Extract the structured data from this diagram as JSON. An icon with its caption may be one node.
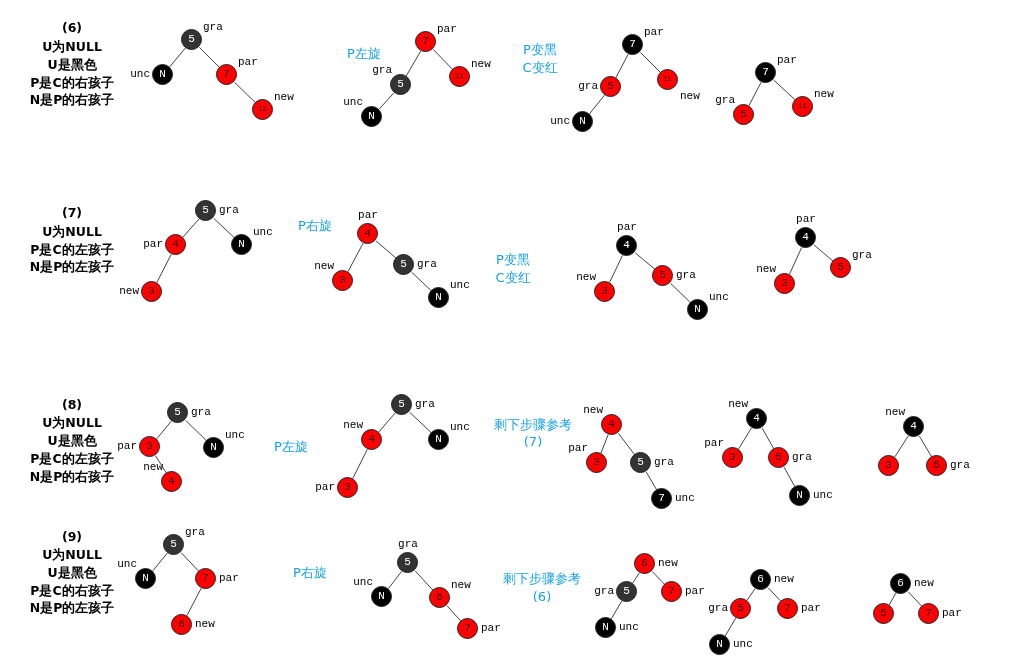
{
  "diagram": {
    "nodes": [
      {
        "text": [
          "5"
        ],
        "beside": [
          "gra"
        ]
      },
      {
        "text": [
          "N"
        ],
        "beside": [
          "unc"
        ]
      },
      {
        "text": [
          "7"
        ],
        "beside": [
          "par"
        ]
      },
      {
        "text": [
          "11"
        ],
        "beside": [
          "new"
        ]
      },
      {
        "text": [
          "7"
        ],
        "beside": [
          "par"
        ]
      },
      {
        "text": [
          "5"
        ],
        "beside": [
          "gra"
        ]
      },
      {
        "text": [
          "11"
        ],
        "beside": [
          "new"
        ]
      },
      {
        "text": [
          "N"
        ],
        "beside": [
          "unc"
        ]
      },
      {
        "text": [
          "7"
        ],
        "beside": [
          "par"
        ]
      },
      {
        "text": [
          "5"
        ],
        "beside": [
          "gra"
        ]
      },
      {
        "text": [
          "11"
        ],
        "beside": [
          "new"
        ]
      },
      {
        "text": [
          "N"
        ],
        "beside": [
          "unc"
        ]
      },
      {
        "text": [
          "7"
        ],
        "beside": [
          "par"
        ]
      },
      {
        "text": [
          "5"
        ],
        "beside": [
          "gra"
        ]
      },
      {
        "text": [
          "11"
        ],
        "beside": [
          "new"
        ]
      },
      {
        "text": [
          "5"
        ],
        "beside": [
          "gra"
        ]
      },
      {
        "text": [
          "4"
        ],
        "beside": [
          "par"
        ]
      },
      {
        "text": [
          "N"
        ],
        "beside": [
          "unc"
        ]
      },
      {
        "text": [
          "3"
        ],
        "beside": [
          "new"
        ]
      },
      {
        "text": [
          "4"
        ],
        "beside": [
          "par"
        ]
      },
      {
        "text": [
          "3"
        ],
        "beside": [
          "new"
        ]
      },
      {
        "text": [
          "5"
        ],
        "beside": [
          "gra"
        ]
      },
      {
        "text": [
          "N"
        ],
        "beside": [
          "unc"
        ]
      },
      {
        "text": [
          "4"
        ],
        "beside": [
          "par"
        ]
      },
      {
        "text": [
          "3"
        ],
        "beside": [
          "new"
        ]
      },
      {
        "text": [
          "5"
        ],
        "beside": [
          "gra"
        ]
      },
      {
        "text": [
          "N"
        ],
        "beside": [
          "unc"
        ]
      },
      {
        "text": [
          "4"
        ],
        "beside": [
          "par"
        ]
      },
      {
        "text": [
          "3"
        ],
        "beside": [
          "new"
        ]
      },
      {
        "text": [
          "5"
        ],
        "beside": [
          "gra"
        ]
      },
      {
        "text": [
          "5"
        ],
        "beside": [
          "gra"
        ]
      },
      {
        "text": [
          "3"
        ],
        "beside": [
          "par"
        ]
      },
      {
        "text": [
          "N"
        ],
        "beside": [
          "unc"
        ]
      },
      {
        "text": [
          "4"
        ],
        "beside": [
          "new"
        ]
      },
      {
        "text": [
          "5"
        ],
        "beside": [
          "gra"
        ]
      },
      {
        "text": [
          "4"
        ],
        "beside": [
          "new"
        ]
      },
      {
        "text": [
          "N"
        ],
        "beside": [
          "unc"
        ]
      },
      {
        "text": [
          "3"
        ],
        "beside": [
          "par"
        ]
      },
      {
        "text": [
          "4"
        ],
        "beside": [
          "new"
        ]
      },
      {
        "text": [
          "3"
        ],
        "beside": [
          "par"
        ]
      },
      {
        "text": [
          "5"
        ],
        "beside": [
          "gra"
        ]
      },
      {
        "text": [
          "7"
        ],
        "beside": [
          "unc"
        ]
      },
      {
        "text": [
          "4"
        ],
        "beside": [
          "new"
        ]
      },
      {
        "text": [
          "3"
        ],
        "beside": [
          "par"
        ]
      },
      {
        "text": [
          "5"
        ],
        "beside": [
          "gra"
        ]
      },
      {
        "text": [
          "N"
        ],
        "beside": [
          "unc"
        ]
      },
      {
        "text": [
          "4"
        ],
        "beside": [
          "new"
        ]
      },
      {
        "text": [
          "3"
        ]
      },
      {
        "text": [
          "5"
        ],
        "beside": [
          "gra"
        ]
      },
      {
        "text": [
          "5"
        ],
        "beside": [
          "gra"
        ]
      },
      {
        "text": [
          "N"
        ],
        "beside": [
          "unc"
        ]
      },
      {
        "text": [
          "7"
        ],
        "beside": [
          "par"
        ]
      },
      {
        "text": [
          "6"
        ],
        "beside": [
          "new"
        ]
      },
      {
        "text": [
          "5"
        ],
        "beside": [
          "gra"
        ]
      },
      {
        "text": [
          "N"
        ],
        "beside": [
          "unc"
        ]
      },
      {
        "text": [
          "6"
        ],
        "beside": [
          "new"
        ]
      },
      {
        "text": [
          "7"
        ],
        "beside": [
          "par"
        ]
      },
      {
        "text": [
          "6"
        ],
        "beside": [
          "new"
        ]
      },
      {
        "text": [
          "5"
        ],
        "beside": [
          "gra"
        ]
      },
      {
        "text": [
          "7"
        ],
        "beside": [
          "par"
        ]
      },
      {
        "text": [
          "N"
        ],
        "beside": [
          "unc"
        ]
      },
      {
        "text": [
          "6"
        ],
        "beside": [
          "new"
        ]
      },
      {
        "text": [
          "5"
        ],
        "beside": [
          "gra"
        ]
      },
      {
        "text": [
          "7"
        ],
        "beside": [
          "par"
        ]
      },
      {
        "text": [
          "N"
        ],
        "beside": [
          "unc"
        ]
      },
      {
        "text": [
          "6"
        ],
        "beside": [
          "new"
        ]
      },
      {
        "text": [
          "5"
        ]
      },
      {
        "text": [
          "7"
        ],
        "beside": [
          "par"
        ]
      }
    ],
    "edges": [
      {
        "from": 0,
        "to": 1,
        "arrow": "none"
      },
      {
        "from": 0,
        "to": 2,
        "arrow": "none"
      },
      {
        "from": 2,
        "to": 3,
        "arrow": "none"
      },
      {
        "from": 4,
        "to": 5,
        "arrow": "none"
      },
      {
        "from": 4,
        "to": 6,
        "arrow": "none"
      },
      {
        "from": 5,
        "to": 7,
        "arrow": "none"
      },
      {
        "from": 8,
        "to": 9,
        "arrow": "none"
      },
      {
        "from": 8,
        "to": 10,
        "arrow": "none"
      },
      {
        "from": 9,
        "to": 11,
        "arrow": "none"
      },
      {
        "from": 12,
        "to": 13,
        "arrow": "none"
      },
      {
        "from": 12,
        "to": 14,
        "arrow": "none"
      },
      {
        "from": 15,
        "to": 16,
        "arrow": "none"
      },
      {
        "from": 15,
        "to": 17,
        "arrow": "none"
      },
      {
        "from": 16,
        "to": 18,
        "arrow": "none"
      },
      {
        "from": 19,
        "to": 20,
        "arrow": "none"
      },
      {
        "from": 19,
        "to": 21,
        "arrow": "none"
      },
      {
        "from": 21,
        "to": 22,
        "arrow": "none"
      },
      {
        "from": 23,
        "to": 24,
        "arrow": "none"
      },
      {
        "from": 23,
        "to": 25,
        "arrow": "none"
      },
      {
        "from": 25,
        "to": 26,
        "arrow": "none"
      },
      {
        "from": 27,
        "to": 28,
        "arrow": "none"
      },
      {
        "from": 27,
        "to": 29,
        "arrow": "none"
      },
      {
        "from": 30,
        "to": 31,
        "arrow": "none"
      },
      {
        "from": 30,
        "to": 32,
        "arrow": "none"
      },
      {
        "from": 31,
        "to": 33,
        "arrow": "none"
      },
      {
        "from": 34,
        "to": 35,
        "arrow": "none"
      },
      {
        "from": 34,
        "to": 36,
        "arrow": "none"
      },
      {
        "from": 35,
        "to": 37,
        "arrow": "none"
      },
      {
        "from": 38,
        "to": 39,
        "arrow": "none"
      },
      {
        "from": 38,
        "to": 40,
        "arrow": "none"
      },
      {
        "from": 40,
        "to": 41,
        "arrow": "none"
      },
      {
        "from": 42,
        "to": 43,
        "arrow": "none"
      },
      {
        "from": 42,
        "to": 44,
        "arrow": "none"
      },
      {
        "from": 44,
        "to": 45,
        "arrow": "none"
      },
      {
        "from": 46,
        "to": 47,
        "arrow": "none"
      },
      {
        "from": 46,
        "to": 48,
        "arrow": "none"
      },
      {
        "from": 49,
        "to": 50,
        "arrow": "none"
      },
      {
        "from": 49,
        "to": 51,
        "arrow": "none"
      },
      {
        "from": 51,
        "to": 52,
        "arrow": "none"
      },
      {
        "from": 53,
        "to": 54,
        "arrow": "none"
      },
      {
        "from": 53,
        "to": 55,
        "arrow": "none"
      },
      {
        "from": 55,
        "to": 56,
        "arrow": "none"
      },
      {
        "from": 57,
        "to": 58,
        "arrow": "none"
      },
      {
        "from": 57,
        "to": 59,
        "arrow": "none"
      },
      {
        "from": 58,
        "to": 60,
        "arrow": "none"
      },
      {
        "from": 61,
        "to": 62,
        "arrow": "none"
      },
      {
        "from": 61,
        "to": 63,
        "arrow": "none"
      },
      {
        "from": 62,
        "to": 64,
        "arrow": "none"
      },
      {
        "from": 65,
        "to": 66,
        "arrow": "none"
      },
      {
        "from": 65,
        "to": 67,
        "arrow": "none"
      }
    ],
    "labels": [
      "(6)",
      "U为NULL",
      "U是黑色",
      "P是C的右孩子",
      "N是P的右孩子",
      "P左旋",
      "P变黑",
      "C变红",
      "(7)",
      "U为NULL",
      "P是C的左孩子",
      "N是P的左孩子",
      "P右旋",
      "P变黑",
      "C变红",
      "(8)",
      "U为NULL",
      "U是黑色",
      "P是C的左孩子",
      "N是P的右孩子",
      "P左旋",
      "剩下步骤参考",
      "(7)",
      "(9)",
      "U为NULL",
      "U是黑色",
      "P是C的右孩子",
      "N是P的左孩子",
      "P右旋",
      "剩下步骤参考",
      "(6)"
    ]
  }
}
